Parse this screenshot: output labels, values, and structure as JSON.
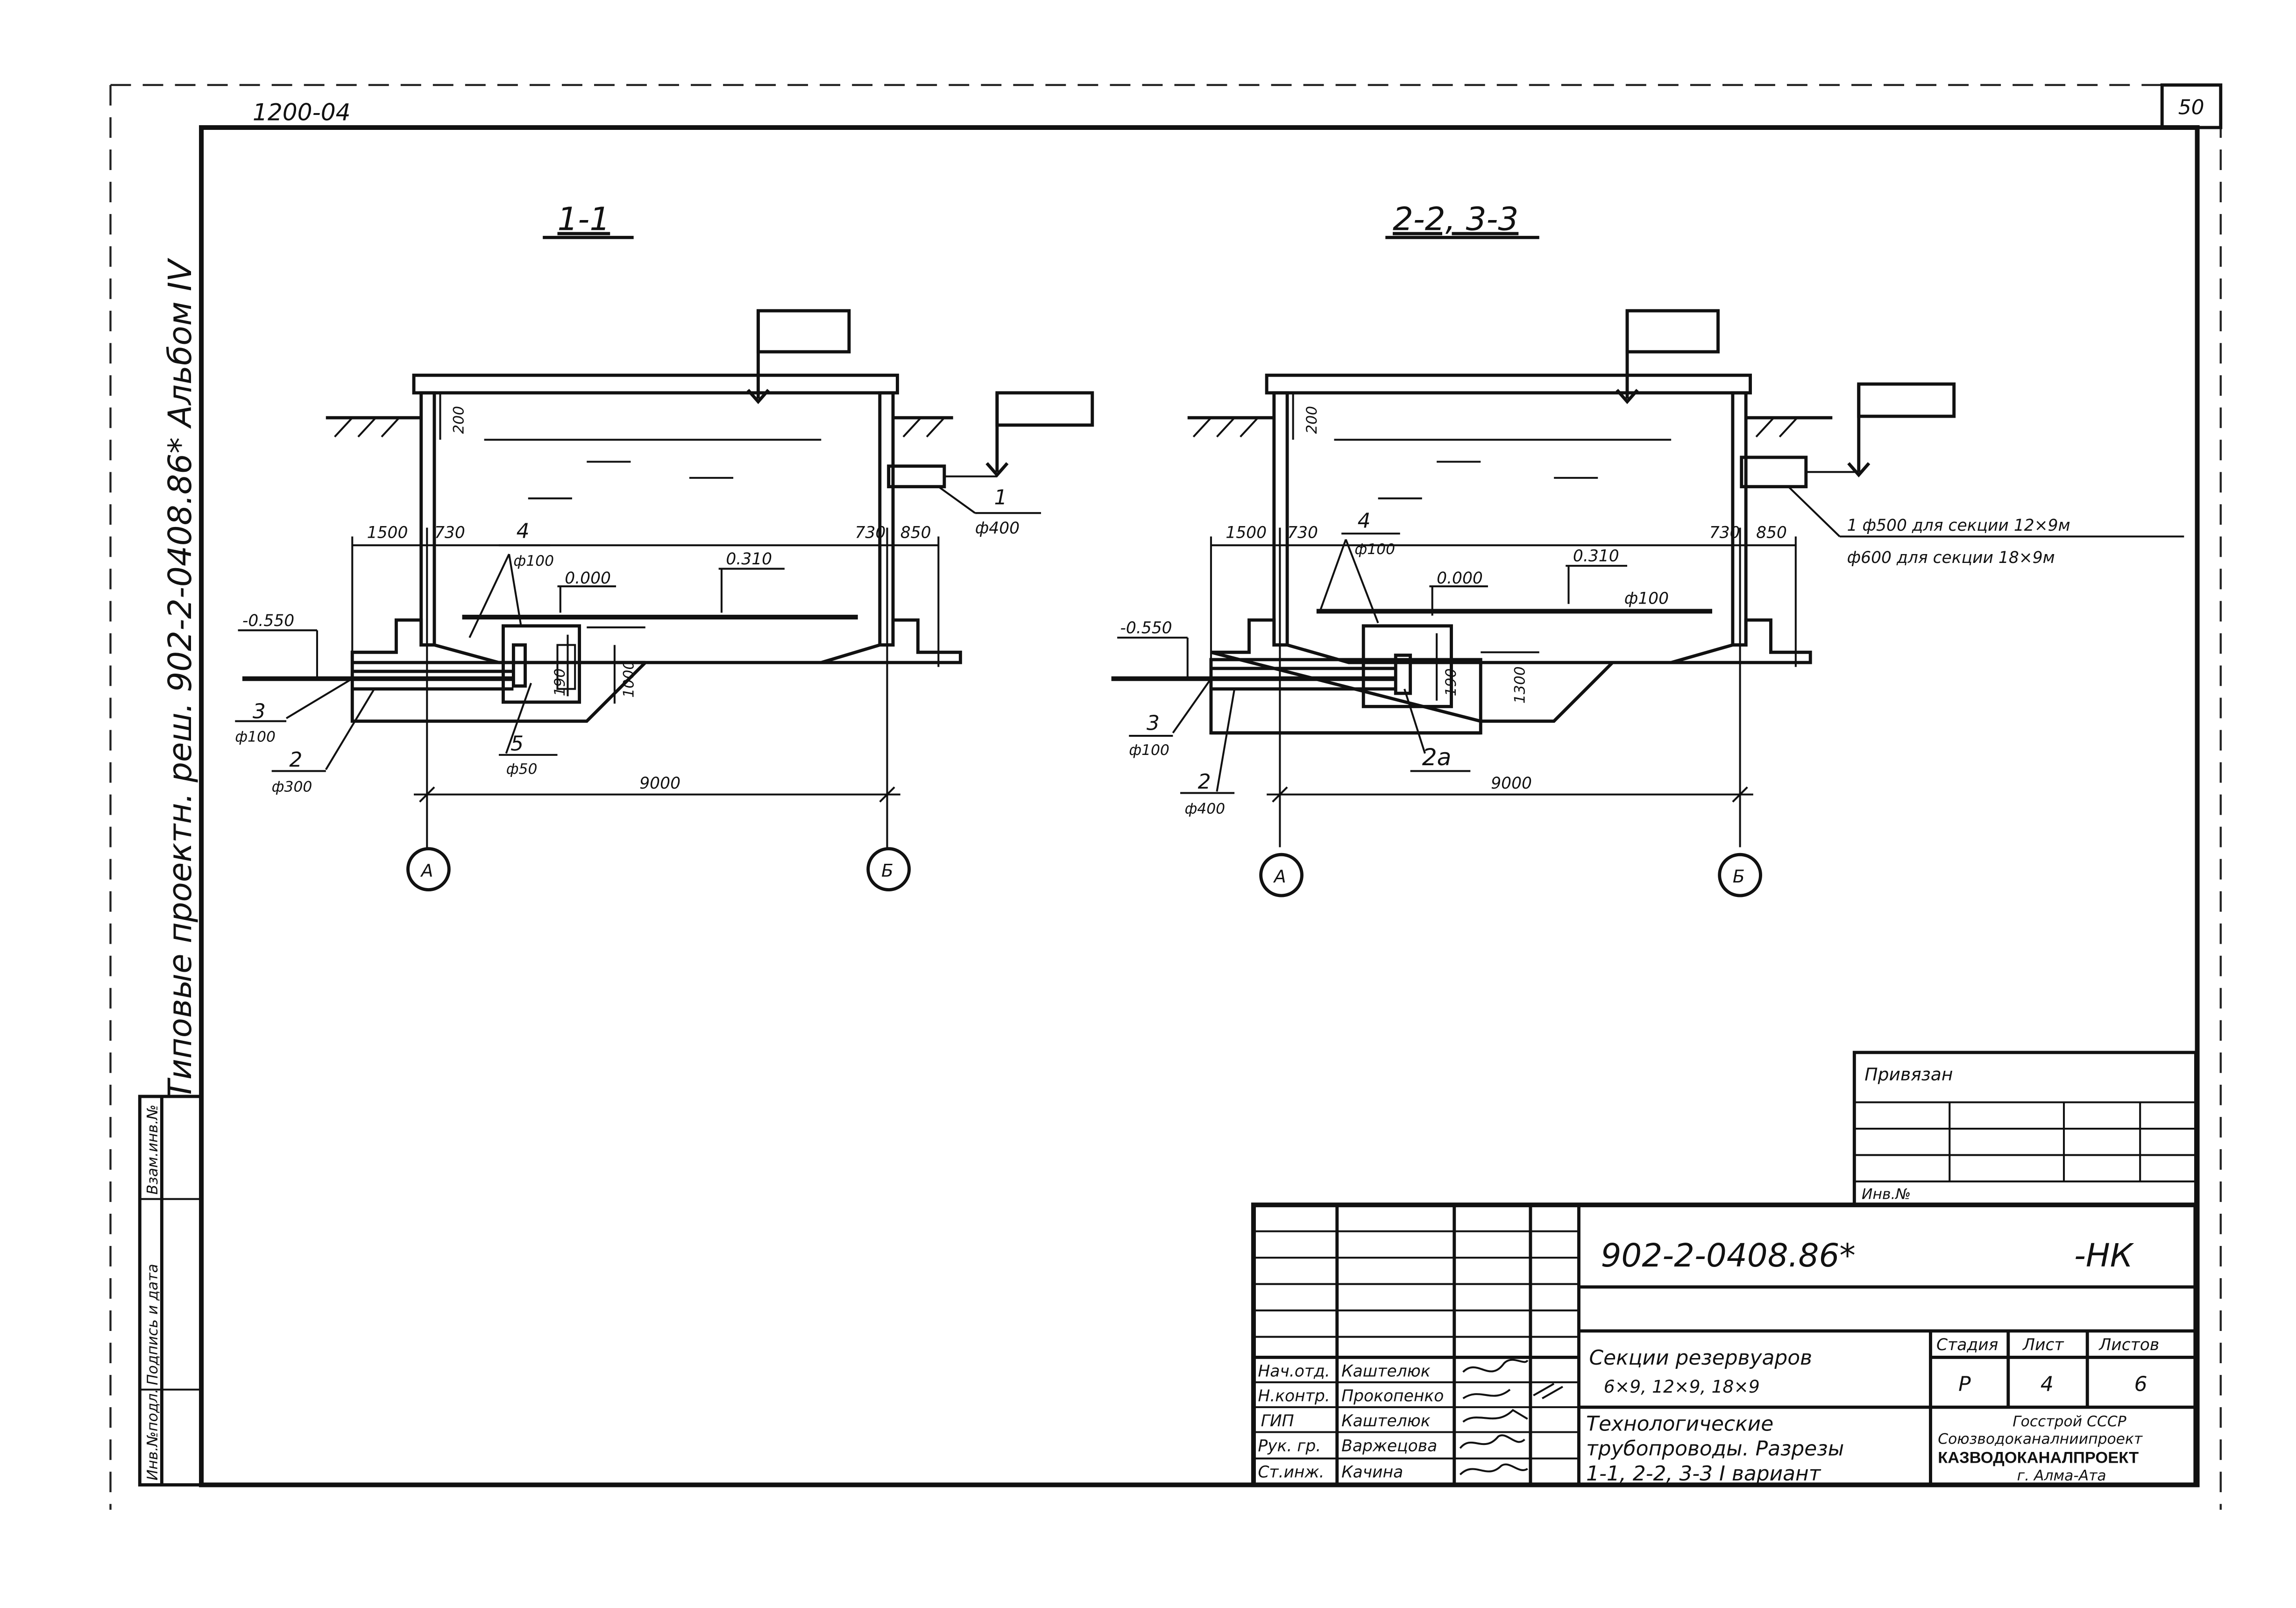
{
  "sheet": {
    "top_code": "1200-04",
    "page_number": "50"
  },
  "side": {
    "album_text": "Типовые  проектн. реш.  902-2-0408.86*  Альбом  IV",
    "stamp_col1": "Инв.№подл.",
    "stamp_col2": "Подпись и дата",
    "stamp_col3": "Взам.инв.№"
  },
  "section1": {
    "title": "1-1",
    "dim_1500": "1500",
    "dim_730_l": "730",
    "dim_730_r": "730",
    "dim_850": "850",
    "dim_200": "200",
    "dim_1000": "1000",
    "dim_190": "190",
    "dim_9000": "9000",
    "elev_0000": "0.000",
    "elev_0310": "0.310",
    "elev_neg0550": "-0.550",
    "callout_1": "1",
    "callout_1_dia": "ф400",
    "callout_2": "2",
    "callout_2_dia": "ф300",
    "callout_3": "3",
    "callout_3_dia": "ф100",
    "callout_4": "4",
    "callout_4_dia": "ф100",
    "callout_5": "5",
    "callout_5_dia": "ф50",
    "axis_a": "А",
    "axis_b": "Б"
  },
  "section2": {
    "title": "2-2, 3-3",
    "dim_1500": "1500",
    "dim_730_l": "730",
    "dim_730_r": "730",
    "dim_850": "850",
    "dim_200": "200",
    "dim_1300": "1300",
    "dim_190": "190",
    "dim_9000": "9000",
    "elev_0000": "0.000",
    "elev_0310": "0.310",
    "elev_neg0550": "-0.550",
    "pipe_100_label": "ф100",
    "callout_1_line1": "1 ф500 для  секции  12×9м",
    "callout_1_line2": "ф600  для  секции  18×9м",
    "callout_2": "2",
    "callout_2_dia": "ф400",
    "callout_2a": "2а",
    "callout_3": "3",
    "callout_3_dia": "ф100",
    "callout_4": "4",
    "callout_4_dia": "ф100",
    "axis_a": "А",
    "axis_b": "Б"
  },
  "privyazan": {
    "title": "Привязан",
    "inv_label": "Инв.№"
  },
  "title_block": {
    "code": "902-2-0408.86*",
    "suffix": "-НК",
    "name_line1": "Секции   резервуаров",
    "name_line2": "6×9,   12×9,   18×9",
    "desc_line1": "Технологические",
    "desc_line2": "трубопроводы. Разрезы",
    "desc_line3": "1-1,  2-2,  3-3  I вариант",
    "stage_label": "Стадия",
    "sheet_label": "Лист",
    "sheets_label": "Листов",
    "stage_value": "Р",
    "sheet_value": "4",
    "sheets_value": "6",
    "org_line1": "Госстрой СССР",
    "org_line2": "Союзводоканалниипроект",
    "org_line3": "КАЗВОДОКАНАЛПРОЕКТ",
    "org_line4": "г. Алма-Ата",
    "people": [
      {
        "role": "Нач.отд.",
        "name": "Каштелюк"
      },
      {
        "role": "Н.контр.",
        "name": "Прокопенко"
      },
      {
        "role": "ГИП",
        "name": "Каштелюк"
      },
      {
        "role": "Рук. гр.",
        "name": "Варжецова"
      },
      {
        "role": "Ст.инж.",
        "name": "Качина"
      }
    ]
  }
}
